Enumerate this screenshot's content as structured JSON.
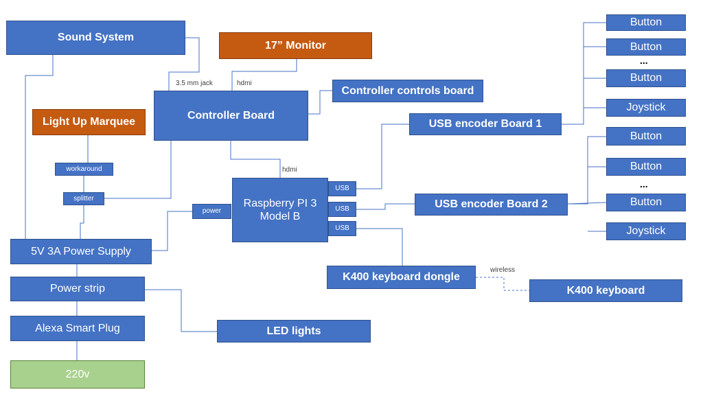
{
  "nodes": {
    "sound_system": "Sound System",
    "monitor": "17” Monitor",
    "controller_board": "Controller Board",
    "controller_controls_board": "Controller controls board",
    "light_up_marquee": "Light Up Marquee",
    "workaround": "workaround",
    "splitter": "splitter",
    "raspberry_pi": "Raspberry PI 3\nModel B",
    "usb_port_1": "USB",
    "usb_port_2": "USB",
    "usb_port_3": "USB",
    "power_port": "power",
    "usb_encoder_1": "USB encoder Board 1",
    "usb_encoder_2": "USB encoder Board 2",
    "power_supply": "5V 3A Power Supply",
    "power_strip": "Power strip",
    "alexa_plug": "Alexa Smart Plug",
    "mains": "220v",
    "led_lights": "LED lights",
    "k400_dongle": "K400 keyboard dongle",
    "k400_keyboard": "K400 keyboard",
    "enc1_button_a": "Button",
    "enc1_button_b": "Button",
    "enc1_button_c": "Button",
    "enc1_joystick": "Joystick",
    "enc2_button_a": "Button",
    "enc2_button_b": "Button",
    "enc2_button_c": "Button",
    "enc2_joystick": "Joystick",
    "ellipsis_1": "...",
    "ellipsis_2": "..."
  },
  "edge_labels": {
    "audio_jack": "3.5 mm jack",
    "hdmi_monitor": "hdmi",
    "hdmi_pi": "hdmi",
    "wireless": "wireless"
  },
  "colors": {
    "blue": "#4472c4",
    "orange": "#c55a11",
    "green": "#a9d18e",
    "line": "#4472c4"
  }
}
